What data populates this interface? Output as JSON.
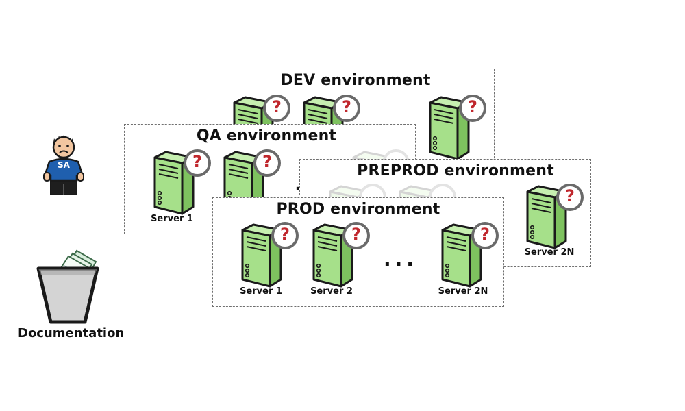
{
  "user": {
    "badge": "SA"
  },
  "documentation": {
    "label": "Documentation"
  },
  "environments": [
    {
      "id": "dev",
      "title": "DEV environment"
    },
    {
      "id": "qa",
      "title": "QA environment"
    },
    {
      "id": "preprod",
      "title": "PREPROD environment"
    },
    {
      "id": "prod",
      "title": "PROD environment"
    }
  ],
  "servers": {
    "server1": "Server 1",
    "server2": "Server 2",
    "server2n": "Server 2N",
    "question": "?",
    "ellipsis": "..."
  },
  "colors": {
    "server_fill": "#a6e08a",
    "server_outline": "#1a1a1a",
    "question_mark": "#c0272d",
    "border": "#707070"
  }
}
